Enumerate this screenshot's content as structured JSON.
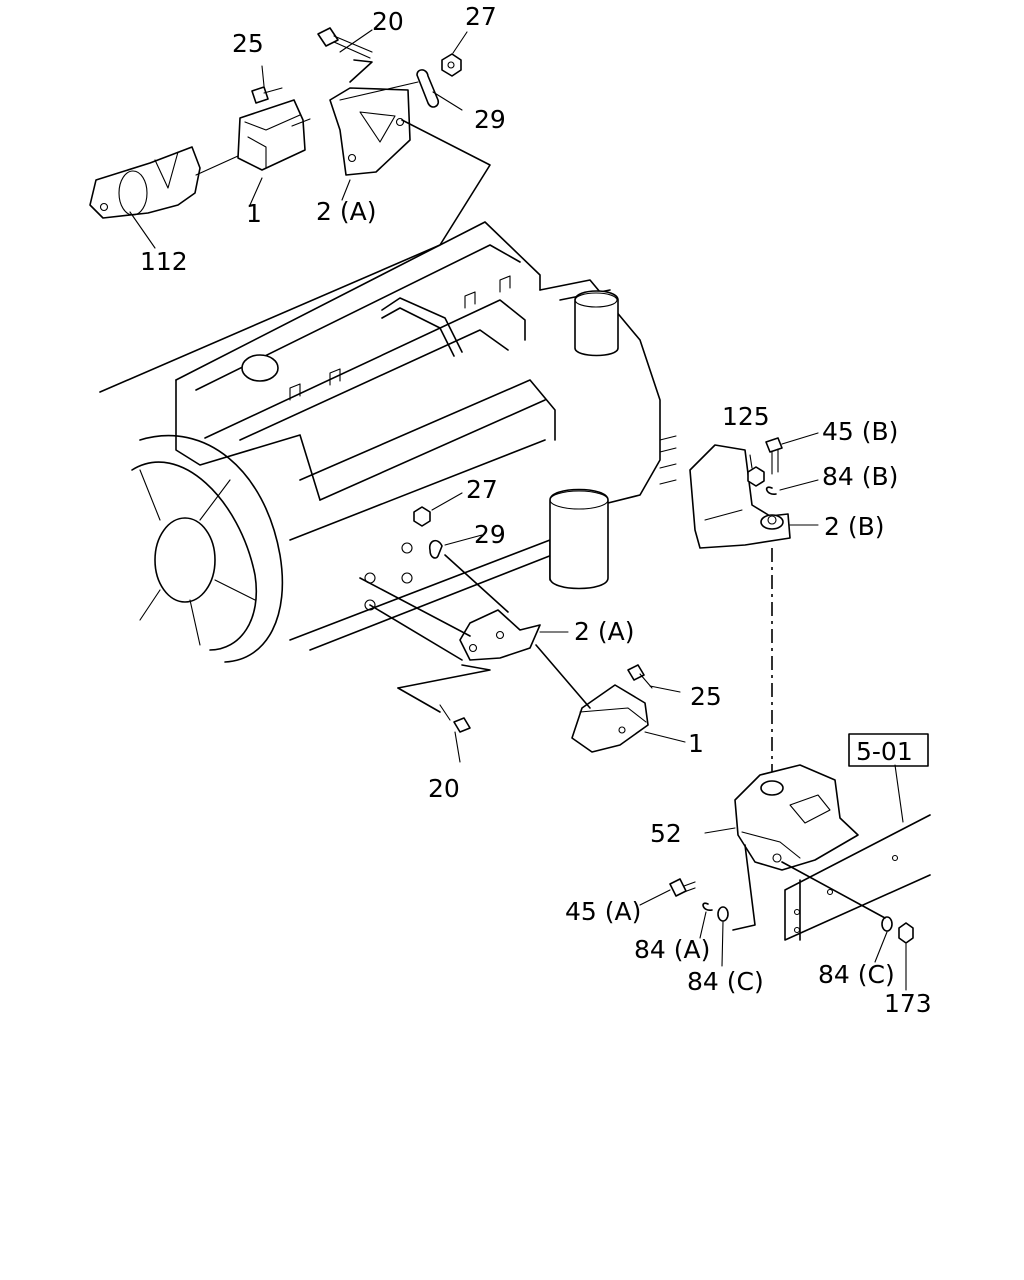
{
  "labels": {
    "top_20": "20",
    "top_27": "27",
    "top_25": "25",
    "top_29": "29",
    "top_1": "1",
    "top_2a": "2 (A)",
    "top_112": "112",
    "right_125": "125",
    "right_45b": "45 (B)",
    "right_84b": "84 (B)",
    "right_2b": "2 (B)",
    "mid_27": "27",
    "mid_29": "29",
    "mid_2a": "2 (A)",
    "mid_25": "25",
    "mid_1": "1",
    "mid_20": "20",
    "ref_box": "5-01",
    "low_52": "52",
    "low_45a": "45 (A)",
    "low_84a": "84 (A)",
    "low_84c_left": "84 (C)",
    "low_84c_right": "84 (C)",
    "low_173": "173"
  }
}
